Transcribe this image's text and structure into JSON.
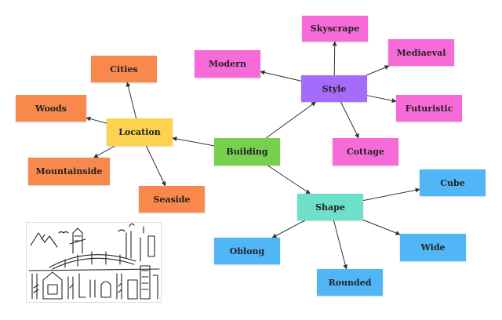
{
  "diagram": {
    "nodes": {
      "building": {
        "label": "Building",
        "color": "#77d14f"
      },
      "location": {
        "label": "Location",
        "color": "#fdd24f"
      },
      "style": {
        "label": "Style",
        "color": "#a56bfa"
      },
      "shape": {
        "label": "Shape",
        "color": "#6ee0c9"
      },
      "cities": {
        "label": "Cities",
        "color": "#f8884b"
      },
      "woods": {
        "label": "Woods",
        "color": "#f8884b"
      },
      "mountainside": {
        "label": "Mountainside",
        "color": "#f8884b"
      },
      "seaside": {
        "label": "Seaside",
        "color": "#f8884b"
      },
      "skyscrape": {
        "label": "Skyscrape",
        "color": "#f76bd8"
      },
      "modern": {
        "label": "Modern",
        "color": "#f76bd8"
      },
      "mediaeval": {
        "label": "Mediaeval",
        "color": "#f76bd8"
      },
      "futuristic": {
        "label": "Futuristic",
        "color": "#f76bd8"
      },
      "cottage": {
        "label": "Cottage",
        "color": "#f76bd8"
      },
      "cube": {
        "label": "Cube",
        "color": "#51b6f6"
      },
      "oblong": {
        "label": "Oblong",
        "color": "#51b6f6"
      },
      "wide": {
        "label": "Wide",
        "color": "#51b6f6"
      },
      "rounded": {
        "label": "Rounded",
        "color": "#51b6f6"
      }
    },
    "edges": [
      [
        "building",
        "location"
      ],
      [
        "building",
        "style"
      ],
      [
        "building",
        "shape"
      ],
      [
        "location",
        "cities"
      ],
      [
        "location",
        "woods"
      ],
      [
        "location",
        "mountainside"
      ],
      [
        "location",
        "seaside"
      ],
      [
        "style",
        "skyscrape"
      ],
      [
        "style",
        "modern"
      ],
      [
        "style",
        "mediaeval"
      ],
      [
        "style",
        "futuristic"
      ],
      [
        "style",
        "cottage"
      ],
      [
        "shape",
        "cube"
      ],
      [
        "shape",
        "oblong"
      ],
      [
        "shape",
        "wide"
      ],
      [
        "shape",
        "rounded"
      ]
    ]
  }
}
